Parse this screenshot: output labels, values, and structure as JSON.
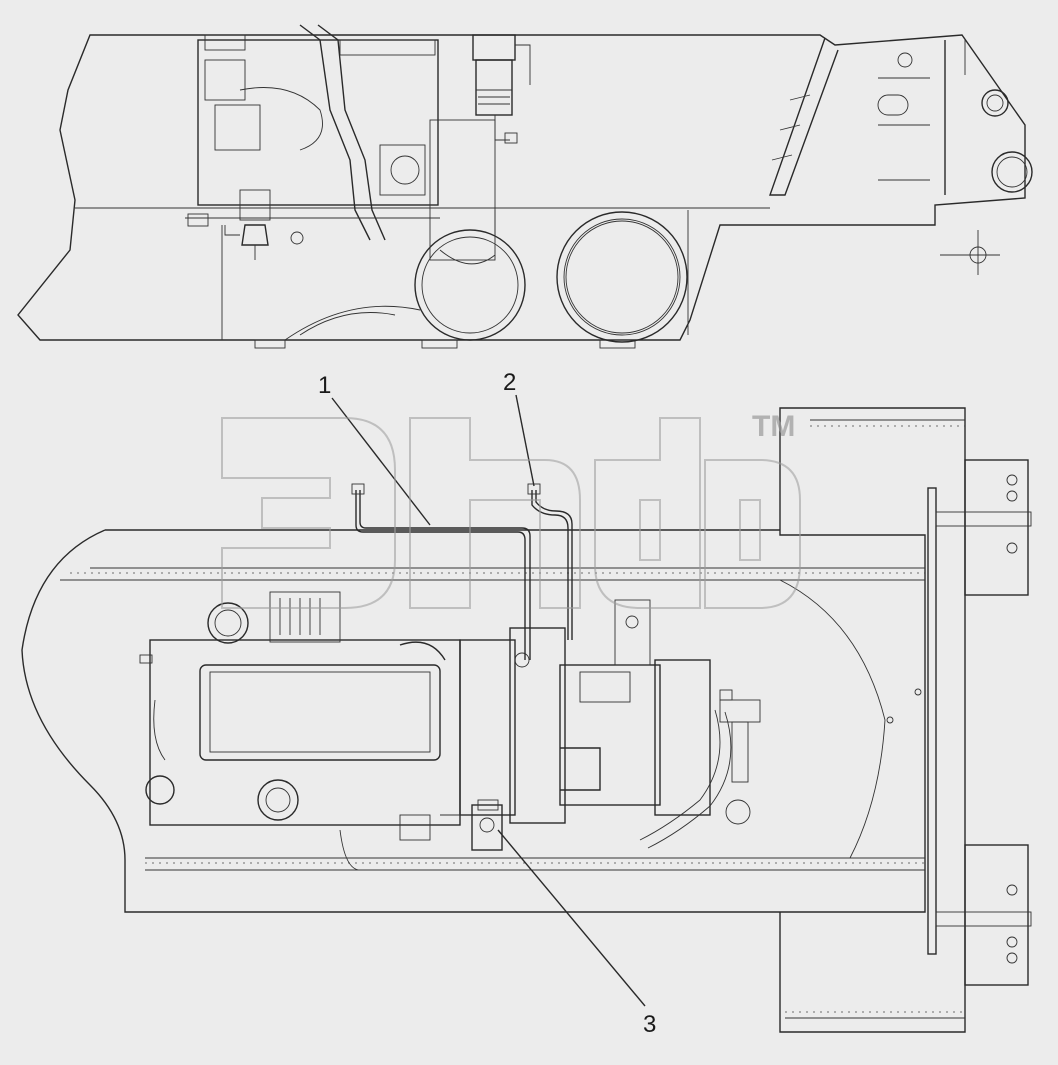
{
  "callouts": [
    {
      "number": "1"
    },
    {
      "number": "2"
    },
    {
      "number": "3"
    }
  ],
  "watermark": {
    "mark": "TM"
  },
  "colors": {
    "background": "#ececec",
    "line": "#2a2a2a",
    "watermark": "#9a9a9a"
  }
}
